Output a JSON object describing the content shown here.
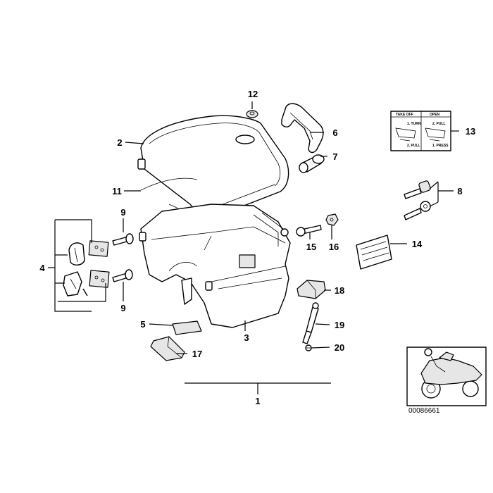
{
  "callouts": {
    "c1": "1",
    "c2": "2",
    "c3": "3",
    "c4": "4",
    "c5": "5",
    "c6": "6",
    "c7": "7",
    "c8": "8",
    "c9a": "9",
    "c9b": "9",
    "c11": "11",
    "c12": "12",
    "c13": "13",
    "c14": "14",
    "c15": "15",
    "c16": "16",
    "c17": "17",
    "c18": "18",
    "c19": "19",
    "c20": "20"
  },
  "label_13": {
    "head_left": "TAKE OFF",
    "head_right": "OPEN",
    "step_turn": "1. TURN",
    "step_pull_left": "2. PULL",
    "step_pull_right": "2. PULL",
    "step_press": "1. PRESS"
  },
  "reference_number": "00086661"
}
